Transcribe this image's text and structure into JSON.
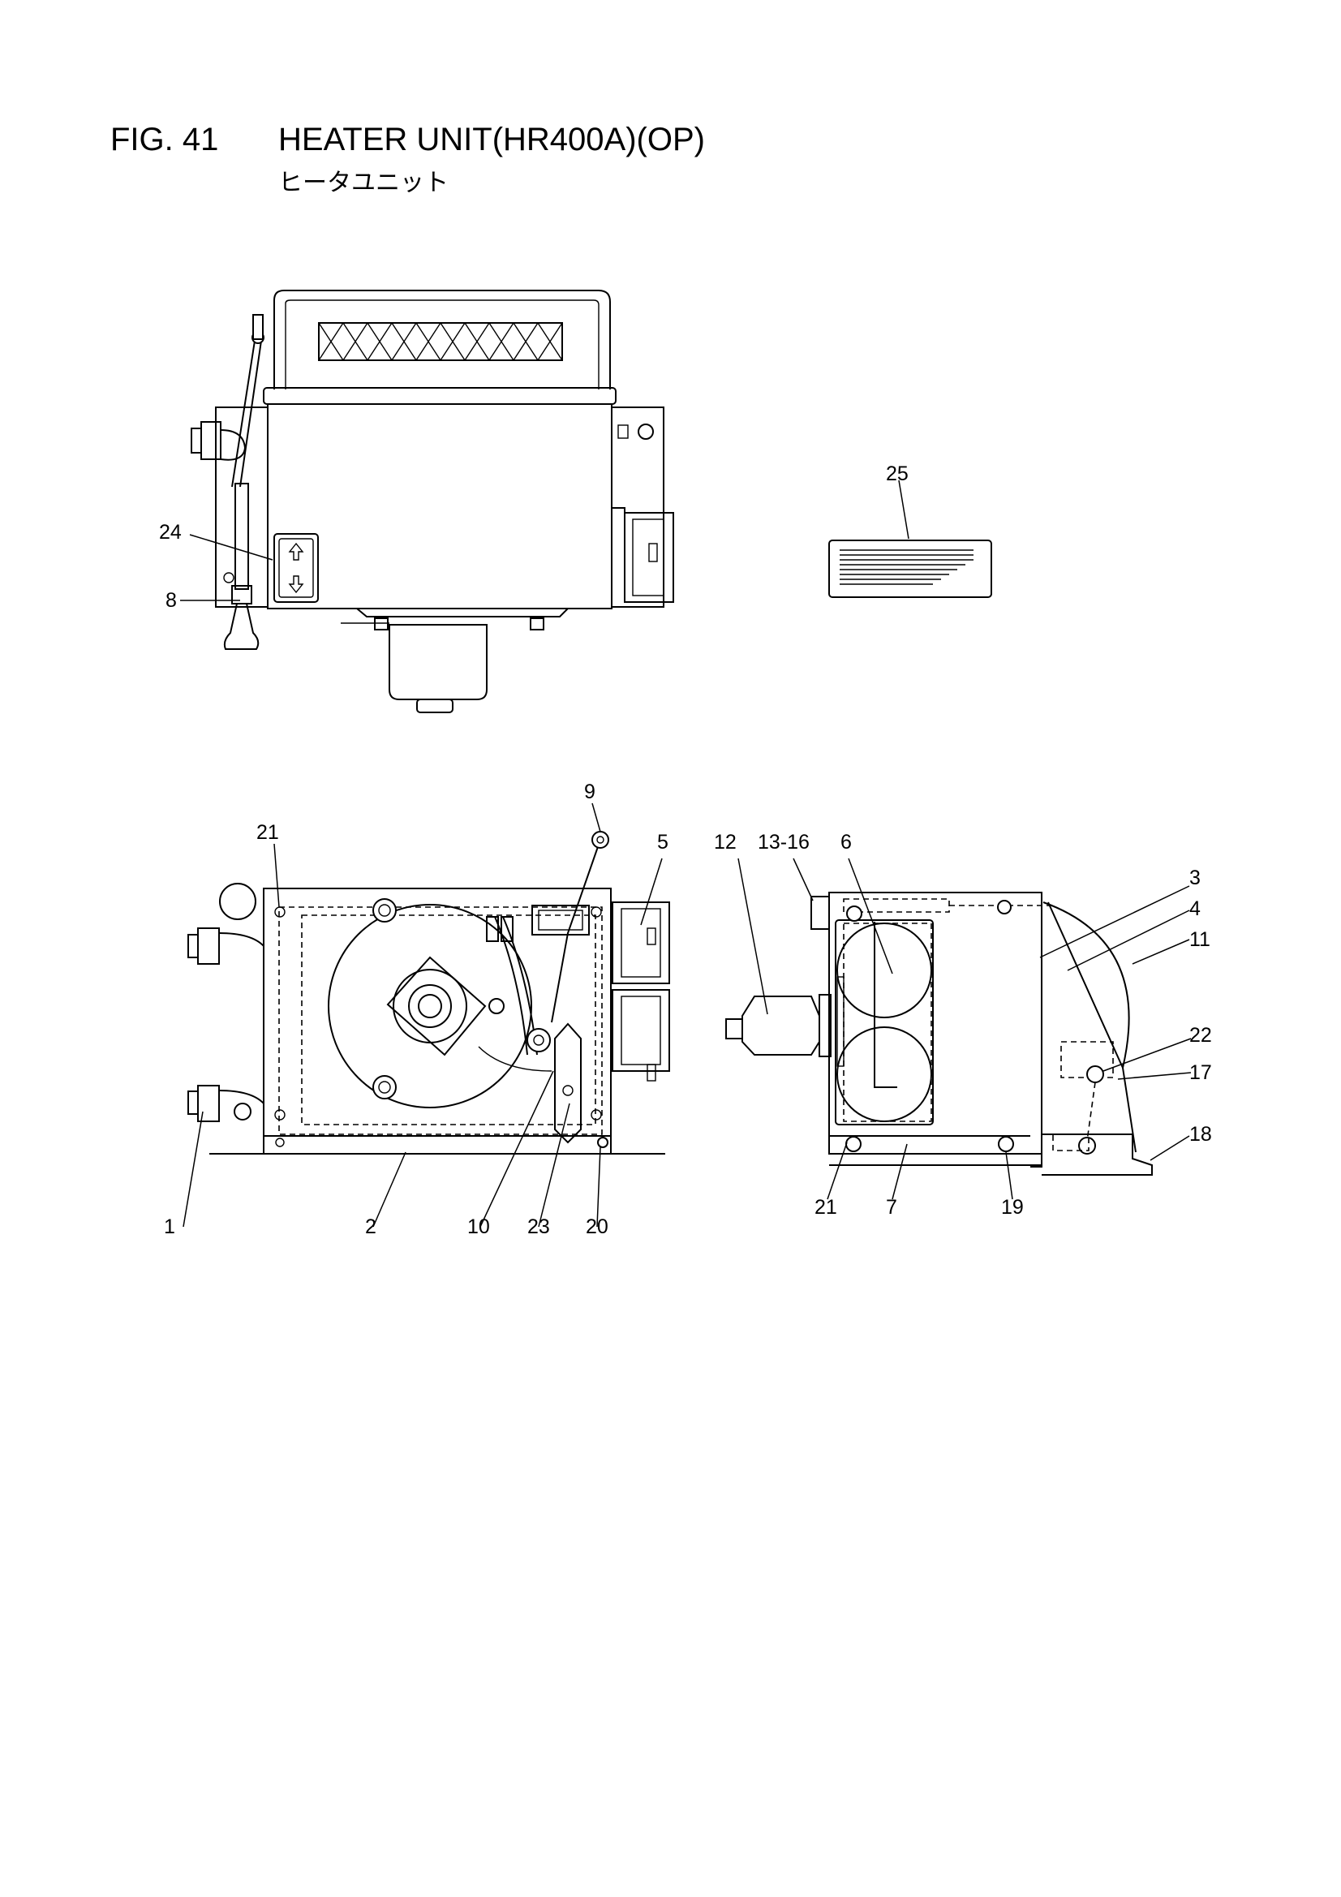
{
  "header": {
    "fig_number": "FIG. 41",
    "title": "HEATER UNIT(HR400A)(OP)",
    "subtitle": "ヒータユニット"
  },
  "callouts": {
    "c1": "1",
    "c2": "2",
    "c3": "3",
    "c4": "4",
    "c5": "5",
    "c6": "6",
    "c7": "7",
    "c8": "8",
    "c9": "9",
    "c10": "10",
    "c11": "11",
    "c12": "12",
    "c13_16": "13-16",
    "c17": "17",
    "c18": "18",
    "c19": "19",
    "c20": "20",
    "c21a": "21",
    "c21b": "21",
    "c22": "22",
    "c23": "23",
    "c24": "24",
    "c25": "25"
  }
}
